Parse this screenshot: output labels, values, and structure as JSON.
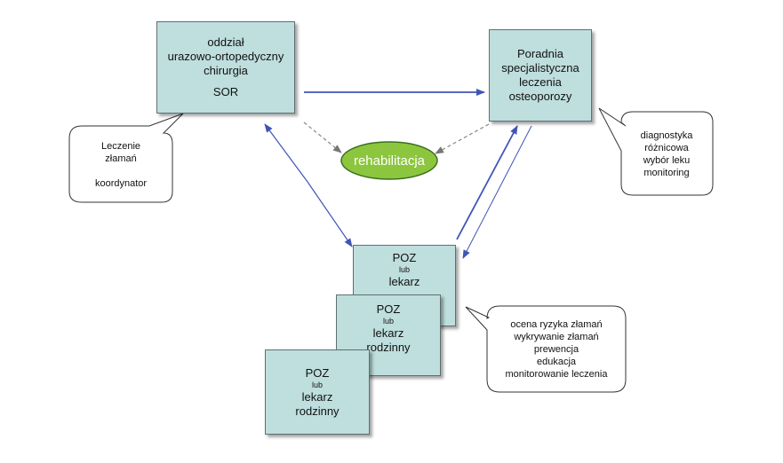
{
  "nodes": {
    "sor": {
      "lines": [
        "oddział",
        "urazowo-ortopedyczny",
        "chirurgia"
      ],
      "sub": "SOR"
    },
    "poradnia": {
      "lines": [
        "Poradnia",
        "specjalistyczna",
        "leczenia",
        "osteoporozy"
      ]
    },
    "rehabilitacja": {
      "label": "rehabilitacja"
    },
    "poz1": {
      "title": "POZ",
      "small": "lub",
      "lines": [
        "lekarz"
      ]
    },
    "poz2": {
      "title": "POZ",
      "small": "lub",
      "lines": [
        "lekarz",
        "rodzinny"
      ]
    },
    "poz3": {
      "title": "POZ",
      "small": "lub",
      "lines": [
        "lekarz",
        "rodzinny"
      ]
    }
  },
  "callouts": {
    "left": {
      "lines": [
        "Leczenie",
        "złamań"
      ],
      "extra": "koordynator"
    },
    "right": {
      "lines": [
        "diagnostyka",
        "różnicowa",
        "wybór leku",
        "monitoring"
      ]
    },
    "bottom": {
      "lines": [
        "ocena ryzyka złamań",
        "wykrywanie złamań",
        "prewencja",
        "edukacja",
        "monitorowanie leczenia"
      ]
    }
  },
  "colors": {
    "box_fill": "#bfdede",
    "box_border": "#5f6f6f",
    "arrow": "#3f55b5",
    "dashed_arrow": "#888888",
    "ellipse_fill": "#8cc63e",
    "ellipse_border": "#3e6f1f"
  }
}
